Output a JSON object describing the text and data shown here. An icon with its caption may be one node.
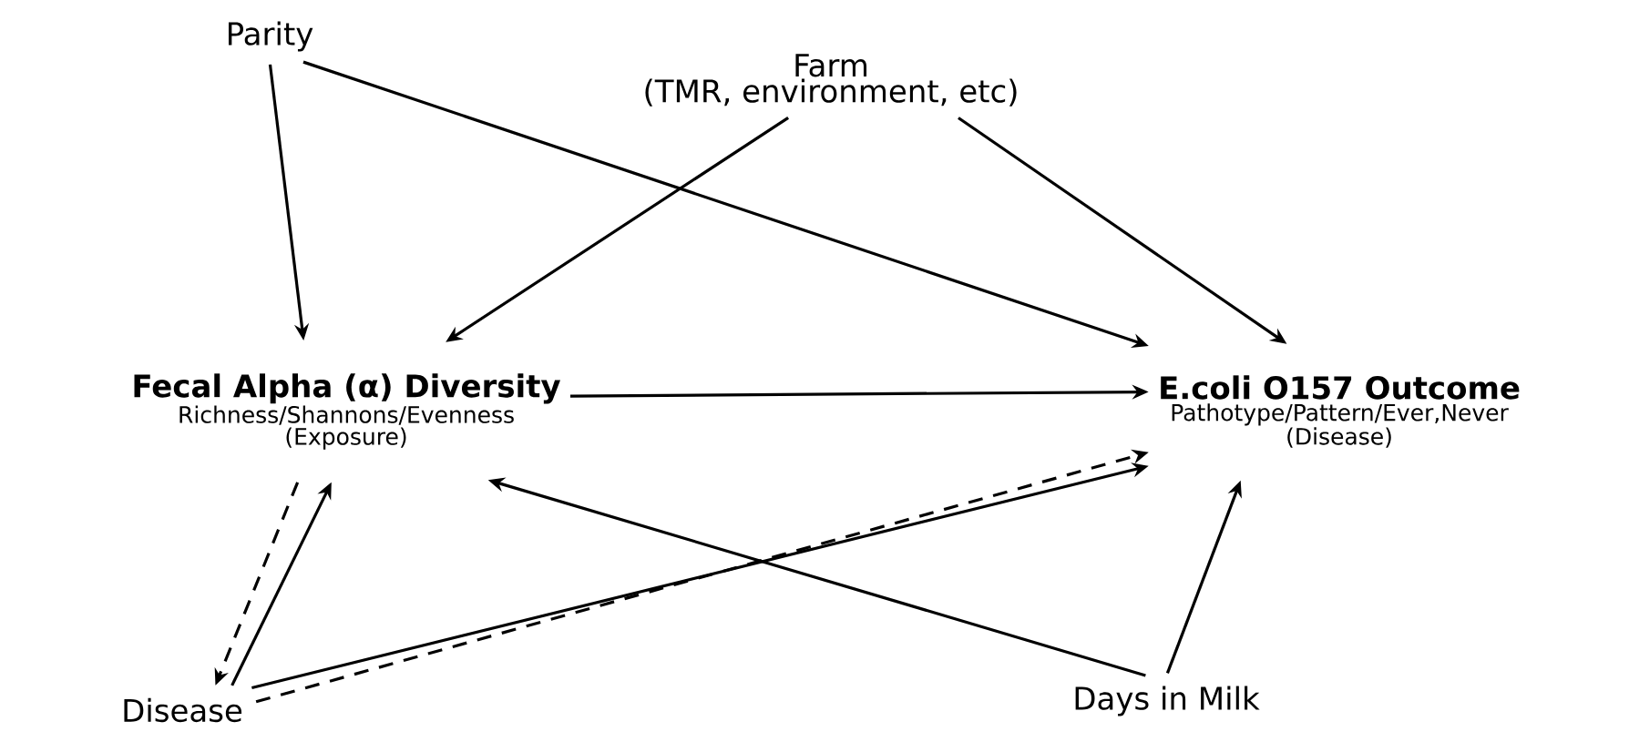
{
  "diagram": {
    "nodes": [
      {
        "text": [
          "Parity"
        ]
      },
      {
        "text": [
          "Farm",
          "(TMR, environment, etc)"
        ]
      },
      {
        "text": [
          "Fecal Alpha (α) Diversity",
          "Richness/Shannons/Evenness",
          "(Exposure)"
        ]
      },
      {
        "text": [
          "E.coli O157 Outcome",
          "Pathotype/Pattern/Ever,Never",
          "(Disease)"
        ]
      },
      {
        "text": [
          "Disease"
        ]
      },
      {
        "text": [
          "Days in Milk"
        ]
      }
    ],
    "edges": [
      {
        "from": 0,
        "to": 2,
        "arrow": "to"
      },
      {
        "from": 0,
        "to": 3,
        "arrow": "to"
      },
      {
        "from": 1,
        "to": 2,
        "arrow": "to"
      },
      {
        "from": 1,
        "to": 3,
        "arrow": "to"
      },
      {
        "from": 2,
        "to": 3,
        "arrow": "to"
      },
      {
        "from": 2,
        "to": 4,
        "arrow": "to",
        "style": "dashed"
      },
      {
        "from": 4,
        "to": 2,
        "arrow": "to"
      },
      {
        "from": 4,
        "to": 3,
        "arrow": "to"
      },
      {
        "from": 4,
        "to": 3,
        "arrow": "to",
        "style": "dashed"
      },
      {
        "from": 5,
        "to": 2,
        "arrow": "to"
      },
      {
        "from": 5,
        "to": 3,
        "arrow": "to"
      }
    ]
  }
}
